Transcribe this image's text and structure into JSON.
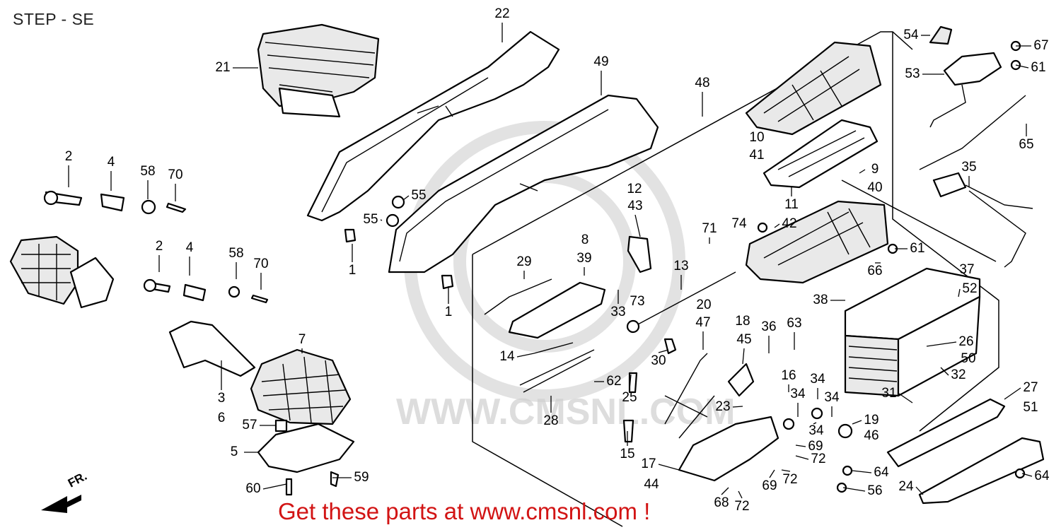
{
  "title": "STEP - SE",
  "footer": "Get these parts at www.cmsnl.com !",
  "watermark": "WWW.CMSNL.COM",
  "direction_label": "FR.",
  "callouts": [
    "22",
    "21",
    "49",
    "48",
    "54",
    "67",
    "61",
    "53",
    "65",
    "10",
    "41",
    "9",
    "40",
    "35",
    "11",
    "42",
    "74",
    "2",
    "4",
    "58",
    "70",
    "55",
    "55",
    "12",
    "43",
    "71",
    "61",
    "66",
    "37",
    "52",
    "1",
    "1",
    "8",
    "39",
    "29",
    "13",
    "73",
    "33",
    "20",
    "38",
    "2",
    "4",
    "58",
    "70",
    "18",
    "45",
    "36",
    "63",
    "47",
    "26",
    "50",
    "14",
    "30",
    "16",
    "32",
    "31",
    "62",
    "25",
    "34",
    "34",
    "34",
    "23",
    "7",
    "3",
    "6",
    "27",
    "51",
    "19",
    "46",
    "34",
    "69",
    "72",
    "57",
    "5",
    "28",
    "15",
    "17",
    "44",
    "69",
    "72",
    "64",
    "64",
    "60",
    "59",
    "24",
    "56",
    "68",
    "72"
  ],
  "colors": {
    "ink": "#000000",
    "footer": "#d21414",
    "watermark": "#cfcfcf"
  }
}
